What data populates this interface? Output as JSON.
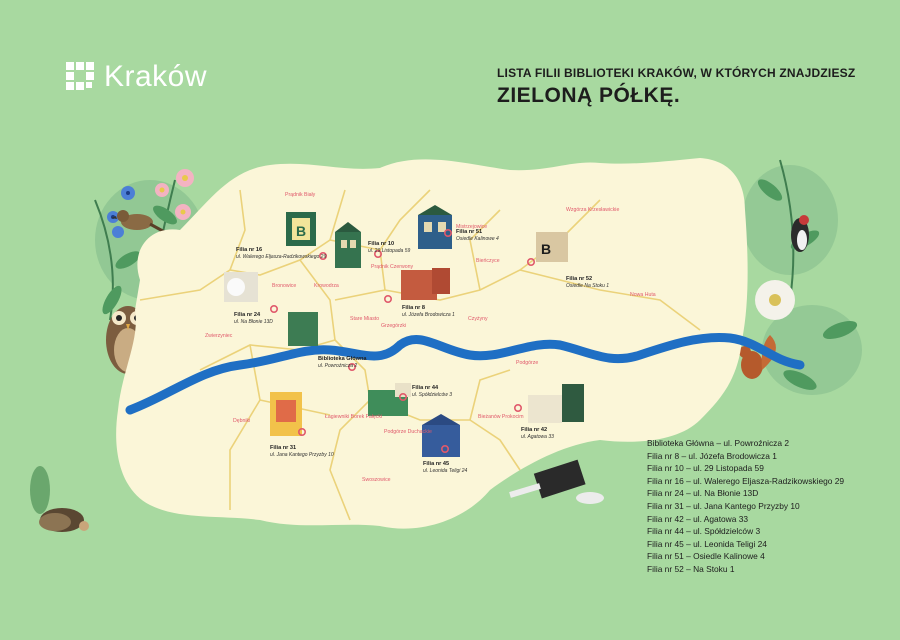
{
  "logo": {
    "text": "Kraków"
  },
  "header": {
    "line1": "LISTA FILII BIBLIOTEKI KRAKÓW, W KTÓRYCH ZNAJDZIESZ",
    "line2": "ZIELONĄ PÓŁKĘ."
  },
  "districts": {
    "pradnik_bialy": "Prądnik Biały",
    "bronowice": "Bronowice",
    "krowodrza": "Krowodrza",
    "pradnik_czerwony": "Prądnik Czerwony",
    "mistrzejowice": "Mistrzejowice",
    "bienczyce": "Bieńczyce",
    "wzgorza": "Wzgórza Krzesławickie",
    "nowa_huta": "Nowa Huta",
    "czyzyny": "Czyżyny",
    "grzegorzki": "Grzegórzki",
    "stare_miasto": "Stare Miasto",
    "zwierzyniec": "Zwierzyniec",
    "podgorze": "Podgórze",
    "debniki": "Dębniki",
    "lagiewniki": "Łagiewniki Borek Fałęcki",
    "podgorze_duchackie": "Podgórze Duchackie",
    "bienczyce_prokocim": "Bieżanów Prokocim",
    "swoszowice": "Swoszowice"
  },
  "branches": {
    "f16": {
      "name": "Filia nr 16",
      "addr": "ul. Walerego Eljasza-Radzikowskiego 29"
    },
    "f10": {
      "name": "Filia nr 10",
      "addr": "ul. 29 Listopada 59"
    },
    "f51": {
      "name": "Filia nr 51",
      "addr": "Osiedle Kalinowe 4"
    },
    "f52": {
      "name": "Filia nr 52",
      "addr": "Osiedle Na Stoku 1"
    },
    "f24": {
      "name": "Filia nr 24",
      "addr": "ul. Na Błonie 13D"
    },
    "f8": {
      "name": "Filia nr 8",
      "addr": "ul. Józefa Brodowicza 1"
    },
    "glowna": {
      "name": "Biblioteka Główna",
      "addr": "ul. Powroźnicza 2"
    },
    "f44": {
      "name": "Filia nr 44",
      "addr": "ul. Spółdzielców 3"
    },
    "f42": {
      "name": "Filia nr 42",
      "addr": "ul. Agatowa 33"
    },
    "f31": {
      "name": "Filia nr 31",
      "addr": "ul. Jana Kantego Przyzby 10"
    },
    "f45": {
      "name": "Filia nr 45",
      "addr": "ul. Leonida Teligi 24"
    }
  },
  "legend": [
    "Biblioteka Główna – ul. Powroźnicza 2",
    "Filia nr 8 – ul. Józefa Brodowicza 1",
    "Filia nr 10 – ul. 29 Listopada 59",
    "Filia nr 16 – ul. Walerego Eljasza-Radzikowskiego 29",
    "Filia nr 24 – ul. Na Błonie 13D",
    "Filia nr 31 – ul. Jana Kantego Przyzby 10",
    "Filia nr 42 – ul. Agatowa 33",
    "Filia nr 44 – ul. Spółdzielców 3",
    "Filia nr 45 – ul. Leonida Teligi 24",
    "Filia nr 51 – Osiedle Kalinowe 4",
    "Filia nr 52 – Na Stoku 1"
  ],
  "colors": {
    "background": "#a8d9a0",
    "map_fill": "#fbf6d8",
    "district_border": "#ebd27a",
    "river": "#1f6fc4",
    "pin": "#e0596b",
    "logo": "#ffffff"
  },
  "icons": [
    "kraków-logo-icon",
    "bird-icon",
    "owl-icon",
    "squirrel-icon",
    "hedgehog-icon",
    "hand-with-book-icon",
    "woodpecker-icon",
    "flower-icon",
    "library-building-icon",
    "location-pin-icon"
  ]
}
